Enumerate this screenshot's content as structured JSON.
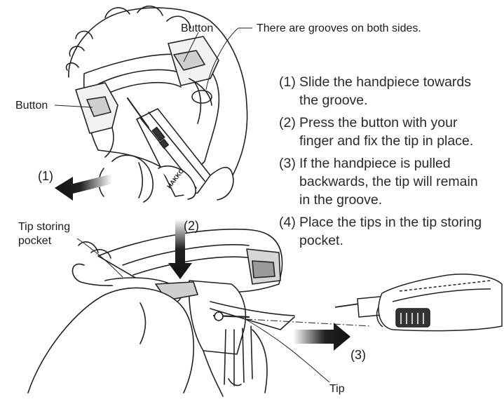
{
  "labels": {
    "button_top": "Button",
    "button_left": "Button",
    "grooves_note": "There are grooves on both sides.",
    "tip_storing_line1": "Tip storing",
    "tip_storing_line2": "pocket",
    "tip": "Tip",
    "arrow1": "(1)",
    "arrow2": "(2)",
    "arrow3": "(3)",
    "handpiece_brand": "HAKKO"
  },
  "steps": [
    {
      "num": "(1)",
      "lines": [
        "Slide the handpiece towards",
        "the groove."
      ]
    },
    {
      "num": "(2)",
      "lines": [
        "Press the button with your",
        "finger and fix the tip in place."
      ]
    },
    {
      "num": "(3)",
      "lines": [
        "If the handpiece is pulled",
        "backwards, the tip will remain",
        "in the groove."
      ]
    },
    {
      "num": "(4)",
      "lines": [
        "Place the tips in the tip storing",
        "pocket."
      ]
    }
  ]
}
